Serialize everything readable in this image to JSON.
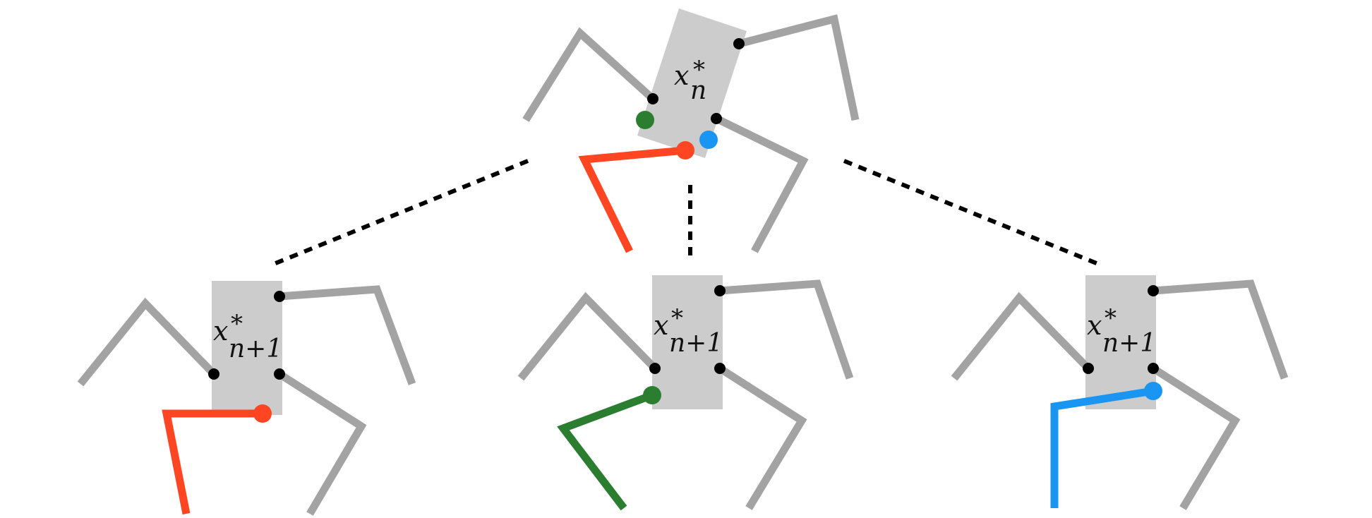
{
  "colors": {
    "body": "#cccccc",
    "leg": "#a3a3a3",
    "joint": "#000000",
    "red": "#ff4521",
    "green": "#2b7d2f",
    "blue": "#1b95f2",
    "connector": "#000000"
  },
  "top_state": {
    "symbol": "x",
    "star": "*",
    "subscript": "n"
  },
  "child_states": [
    {
      "symbol": "x",
      "star": "*",
      "subscript": "n+1",
      "highlight": "red"
    },
    {
      "symbol": "x",
      "star": "*",
      "subscript": "n+1",
      "highlight": "green"
    },
    {
      "symbol": "x",
      "star": "*",
      "subscript": "n+1",
      "highlight": "blue"
    }
  ]
}
